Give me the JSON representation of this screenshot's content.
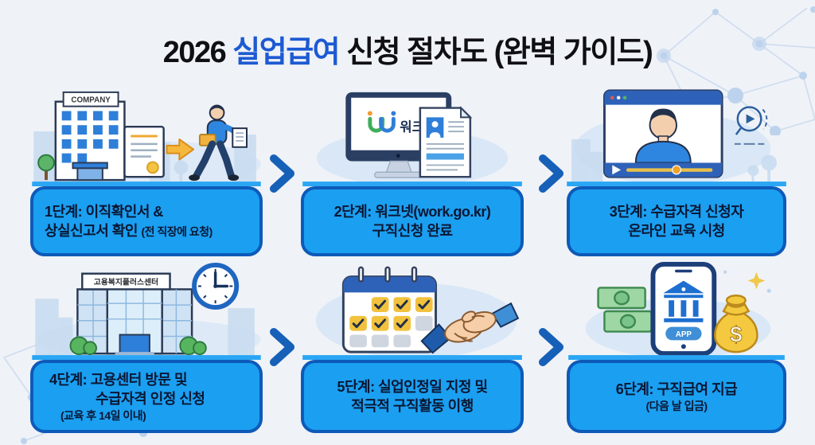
{
  "title": {
    "prefix": "2026 ",
    "highlight": "실업급여",
    "suffix": " 신청 절차도 (완벽 가이드)"
  },
  "colors": {
    "background": "#eff2f7",
    "box_fill": "#1b9ff1",
    "box_border": "#0e5ab8",
    "box_text": "#0a1733",
    "title_text": "#101014",
    "title_highlight": "#1d5ad2",
    "arrow_blue": "#1660b8",
    "ground_line": "#2aa6f4",
    "illustration_accent_yellow": "#f2c23e",
    "illustration_green": "#57b560"
  },
  "icons": {
    "arrow_between_steps": "chevron-right-icon",
    "step3_side_icon": "video-play-magnifier-icon",
    "step6_sparkle": "sparkle-icon"
  },
  "steps": [
    {
      "line1": "1단계: 이직확인서 &",
      "line2": "상실신고서 확인",
      "note": "(전 직장에 요청)"
    },
    {
      "line1": "2단계: 워크넷(work.go.kr)",
      "line2": "구직신청 완료",
      "note": ""
    },
    {
      "line1": "3단계: 수급자격 신청자",
      "line2": "온라인 교육 시청",
      "note": ""
    },
    {
      "line1": "4단계: 고용센터 방문 및",
      "line2": "수급자격 인정 신청",
      "note": "(교육 후 14일 이내)"
    },
    {
      "line1": "5단계: 실업인정일 지정 및",
      "line2": "적극적 구직활동 이행",
      "note": ""
    },
    {
      "line1": "6단계: 구직급여 지급",
      "line2": "",
      "note": "(다음 날 입금)"
    }
  ],
  "illustrations": {
    "company_sign": "COMPANY",
    "worknet_logo": "워크넷",
    "employment_center_sign": "고용복지플러스센터",
    "app_button": "APP",
    "currency_symbol": "$"
  }
}
